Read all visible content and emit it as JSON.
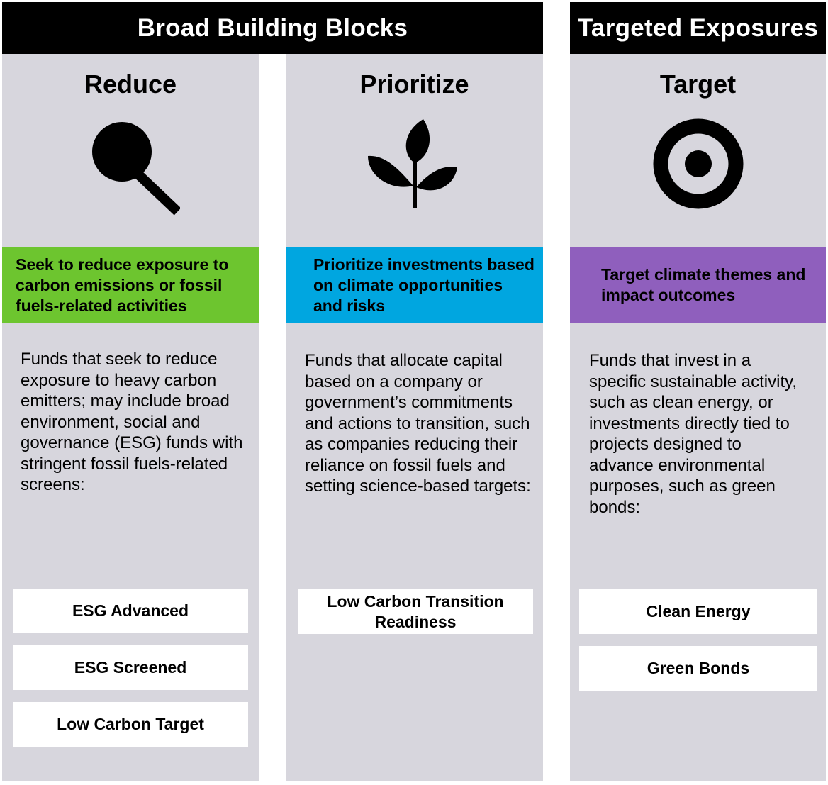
{
  "headers": {
    "broad": "Broad Building Blocks",
    "targeted": "Targeted Exposures"
  },
  "columns": [
    {
      "title": "Reduce",
      "icon": "magnifying-glass-icon",
      "band_color": "#6dc52f",
      "band_text": "Seek to reduce exposure to carbon emissions or fossil fuels-related activities",
      "description": "Funds that seek to reduce exposure to heavy carbon emitters; may include broad environment, social and governance (ESG) funds with stringent fossil fuels-related screens:",
      "items": [
        "ESG Advanced",
        "ESG Screened",
        "Low Carbon Target"
      ]
    },
    {
      "title": "Prioritize",
      "icon": "plant-sprout-icon",
      "band_color": "#00a6e0",
      "band_text": "Prioritize investments based on climate opportunities and risks",
      "description": "Funds that allocate capital based on a company or government’s commitments and actions to transition, such as companies reducing their reliance on fossil fuels and setting science-based targets:",
      "items": [
        "Low Carbon Transition Readiness"
      ]
    },
    {
      "title": "Target",
      "icon": "target-icon",
      "band_color": "#8f5fbd",
      "band_text": "Target climate themes and impact outcomes",
      "description": "Funds that invest in a specific sustainable activity, such as clean energy, or investments directly tied to projects designed to advance environmental purposes, such as green bonds:",
      "items": [
        "Clean Energy",
        "Green Bonds"
      ]
    }
  ]
}
